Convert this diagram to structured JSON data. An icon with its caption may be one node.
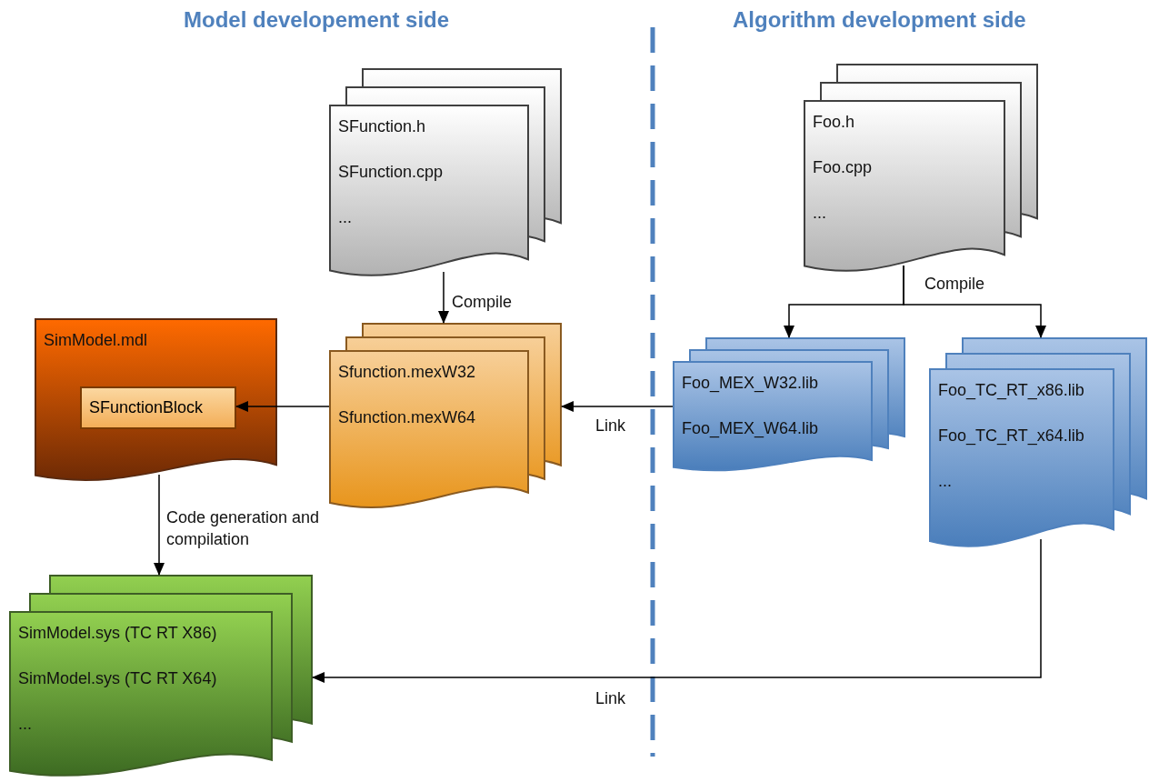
{
  "diagram": {
    "nodes": [
      {
        "text": [
          "SFunction.h",
          "SFunction.cpp",
          "..."
        ]
      },
      {
        "text": [
          "Foo.h",
          "Foo.cpp",
          "..."
        ]
      },
      {
        "text": [
          "SimModel.mdl"
        ]
      },
      {
        "text": [
          "SFunctionBlock"
        ],
        "in": 2
      },
      {
        "text": [
          "Sfunction.mexW32",
          "Sfunction.mexW64"
        ]
      },
      {
        "text": [
          "Foo_MEX_W32.lib",
          "Foo_MEX_W64.lib"
        ]
      },
      {
        "text": [
          "Foo_TC_RT_x86.lib",
          "Foo_TC_RT_x64.lib",
          "..."
        ]
      },
      {
        "text": [
          "SimModel.sys (TC RT X86)",
          "SimModel.sys (TC RT X64)",
          "..."
        ]
      }
    ],
    "edges": [
      {
        "from": 0,
        "to": 4,
        "arrow": "to",
        "label": "Compile"
      },
      {
        "from": 1,
        "to": 5,
        "arrow": "to",
        "label": "Compile"
      },
      {
        "from": 1,
        "to": 6,
        "arrow": "to"
      },
      {
        "from": 5,
        "to": 4,
        "arrow": "to",
        "label": "Link"
      },
      {
        "from": 4,
        "to": 3,
        "arrow": "to"
      },
      {
        "from": 2,
        "to": 7,
        "arrow": "to",
        "label": "Code generation and compilation"
      },
      {
        "from": 6,
        "to": 7,
        "arrow": "to",
        "label": "Link"
      }
    ],
    "labels": [
      "Model developement side",
      "Algorithm development side"
    ]
  }
}
